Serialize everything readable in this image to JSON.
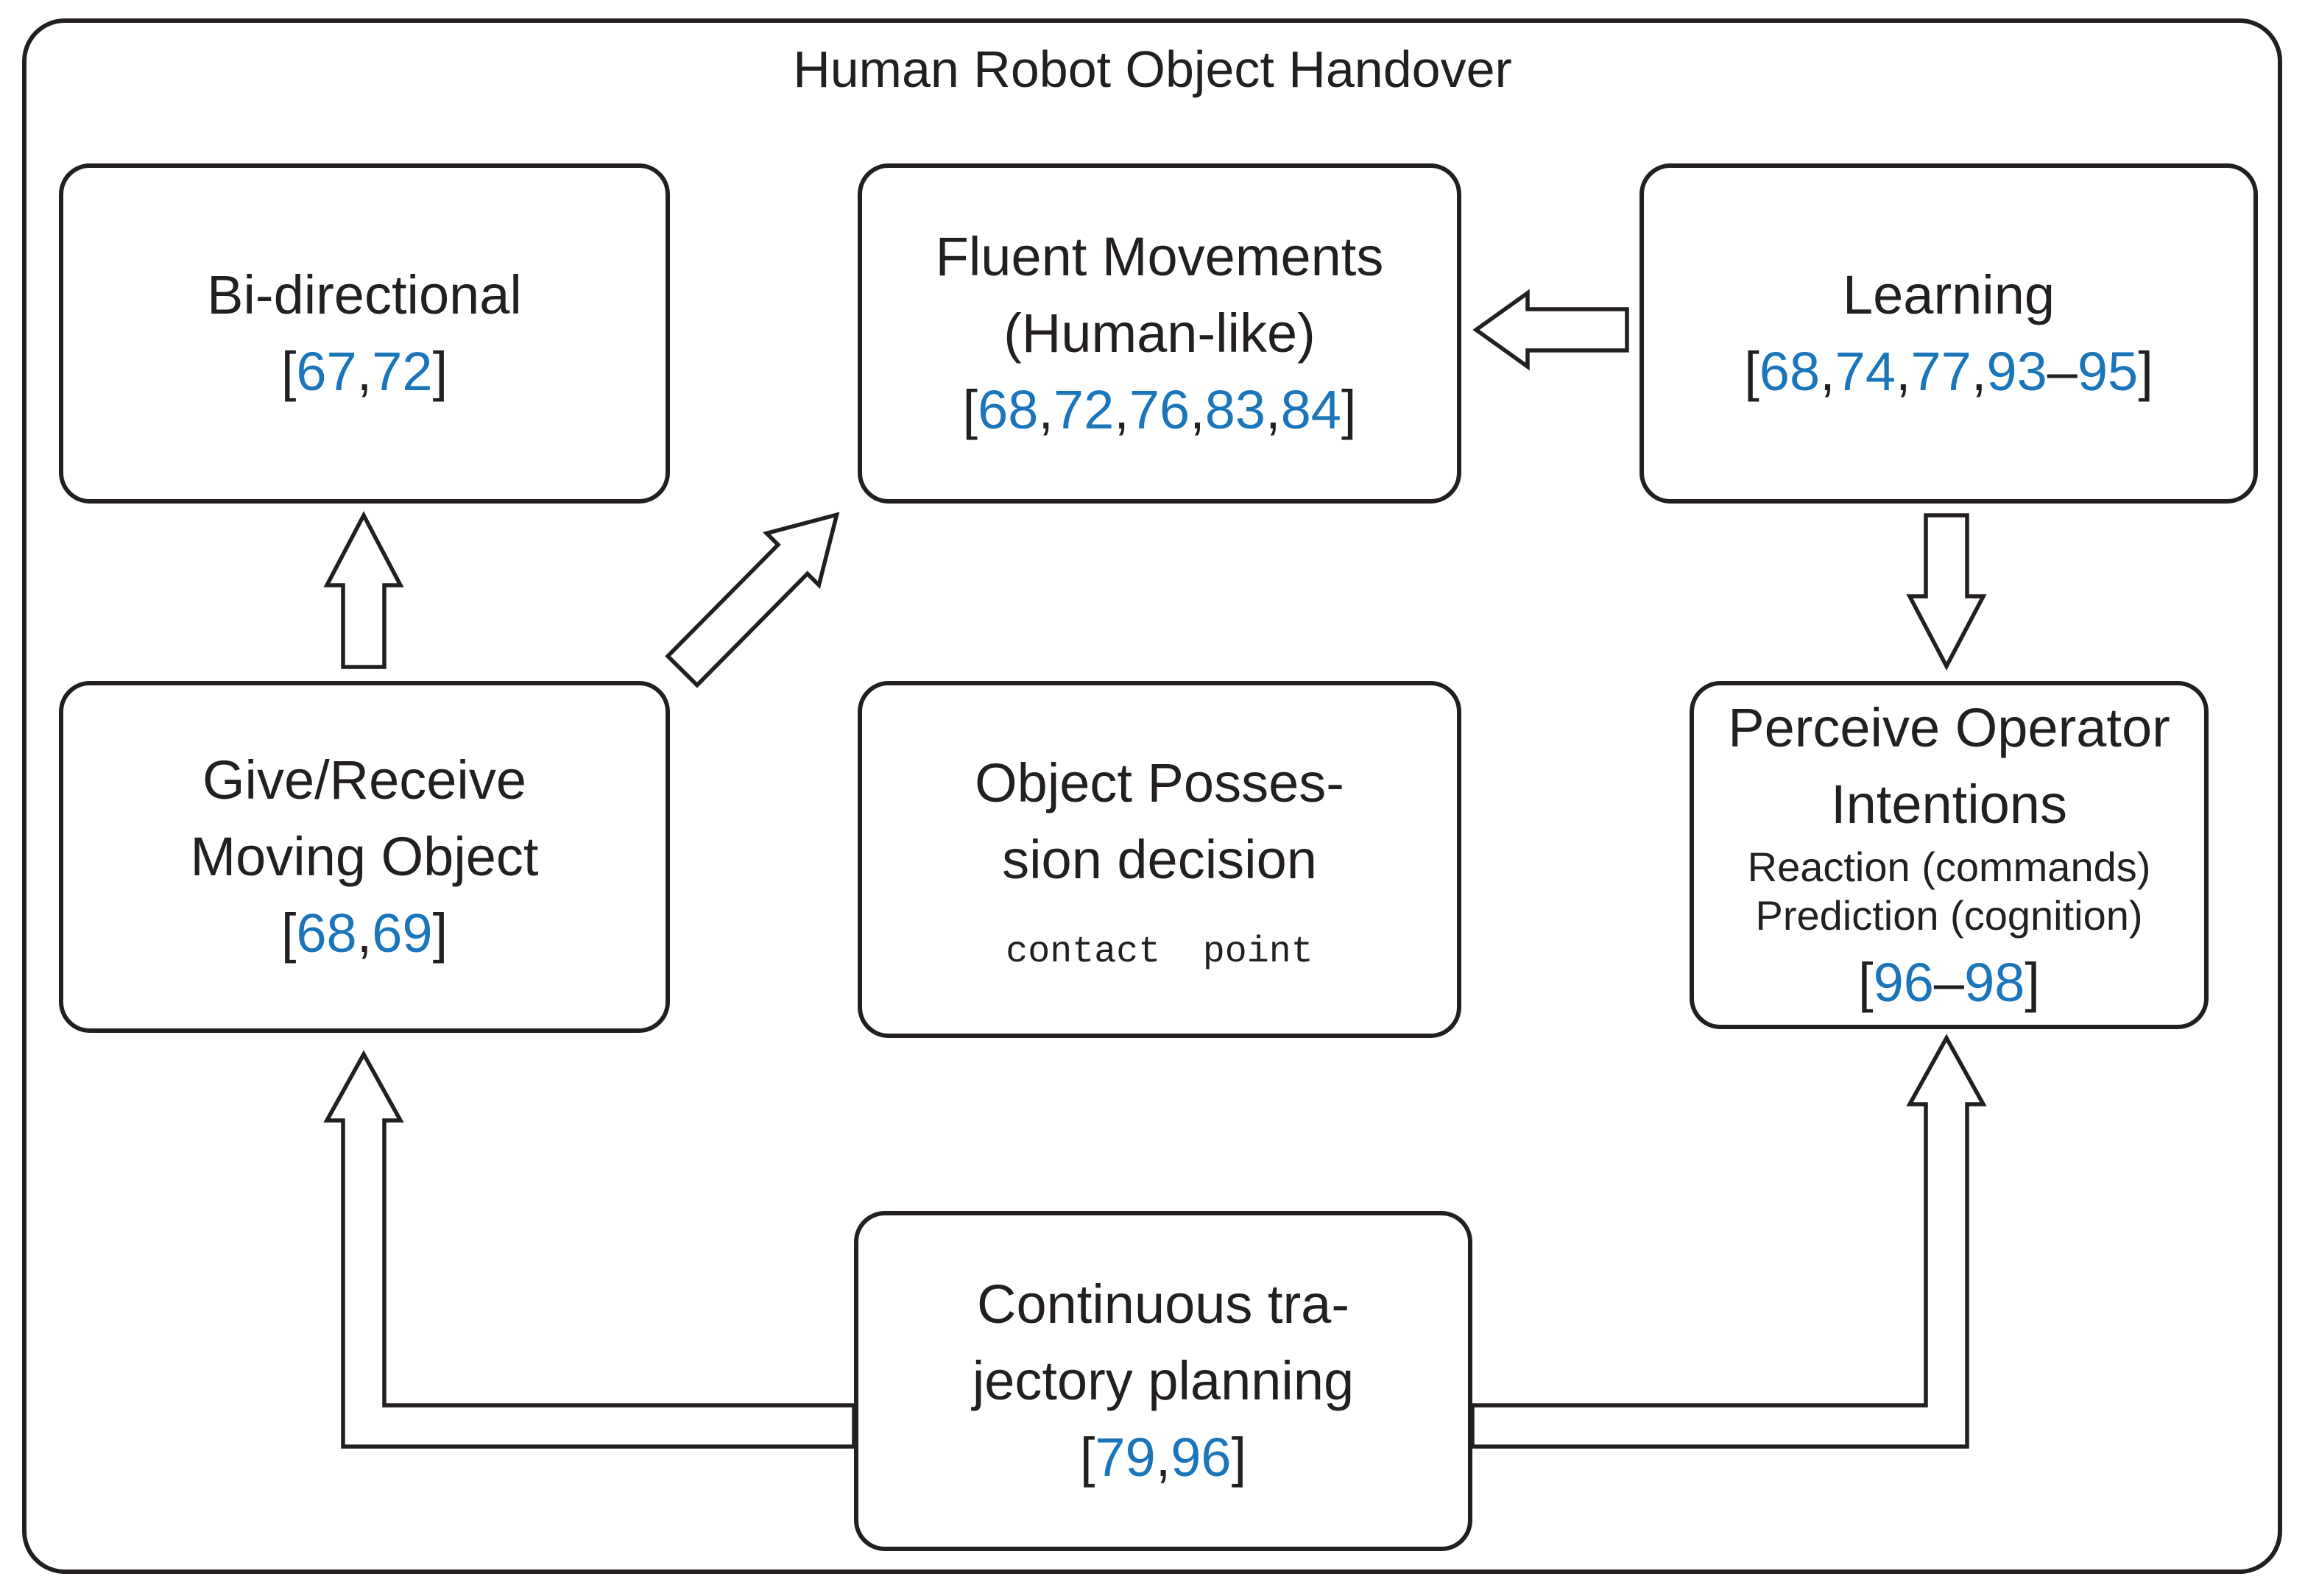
{
  "title": "Human Robot Object Handover",
  "colors": {
    "line": "#231f20",
    "citation_number": "#1b75bb",
    "background": "#ffffff"
  },
  "boxes": {
    "bi_directional": {
      "lines": [
        "Bi-directional"
      ],
      "citation": "[67,72]"
    },
    "fluent_movements": {
      "lines": [
        "Fluent Movements",
        "(Human-like)"
      ],
      "citation": "[68,72,76,83,84]"
    },
    "learning": {
      "lines": [
        "Learning"
      ],
      "citation": "[68,74,77,93–95]"
    },
    "give_receive": {
      "lines": [
        "Give/Receive",
        "Moving Object"
      ],
      "citation": "[68,69]"
    },
    "object_possession": {
      "lines": [
        "Object Posses-",
        "sion decision"
      ],
      "note": "contact point"
    },
    "perceive_operator": {
      "lines": [
        "Perceive Operator",
        "Intentions"
      ],
      "sublines": [
        "Reaction (commands)",
        "Prediction (cognition)"
      ],
      "citation": "[96–98]"
    },
    "continuous_trajectory": {
      "lines": [
        "Continuous tra-",
        "jectory planning"
      ],
      "citation": "[79,96]"
    }
  },
  "arrows": [
    {
      "name": "give-receive-to-bi-directional",
      "from": "give_receive",
      "to": "bi_directional",
      "direction": "up"
    },
    {
      "name": "give-receive-to-fluent-movements",
      "from": "give_receive",
      "to": "fluent_movements",
      "direction": "diagonal-up-right"
    },
    {
      "name": "learning-to-fluent-movements",
      "from": "learning",
      "to": "fluent_movements",
      "direction": "left"
    },
    {
      "name": "learning-to-perceive-operator",
      "from": "learning",
      "to": "perceive_operator",
      "direction": "down"
    },
    {
      "name": "continuous-trajectory-to-give-receive",
      "from": "continuous_trajectory",
      "to": "give_receive",
      "direction": "left-then-up"
    },
    {
      "name": "continuous-trajectory-to-perceive-operator",
      "from": "continuous_trajectory",
      "to": "perceive_operator",
      "direction": "right-then-up"
    }
  ]
}
